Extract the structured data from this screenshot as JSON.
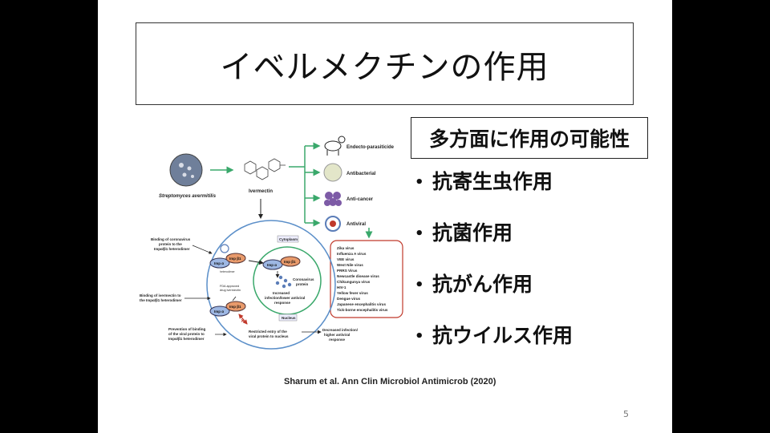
{
  "title": "イベルメクチンの作用",
  "subtitle": "多方面に作用の可能性",
  "bullets": [
    {
      "bullet": "•",
      "text": "抗寄生虫作用"
    },
    {
      "bullet": "•",
      "text": "抗菌作用"
    },
    {
      "bullet": "•",
      "text": "抗がん作用"
    },
    {
      "bullet": "•",
      "text": "抗ウイルス作用"
    }
  ],
  "citation": "Sharum et al. Ann Clin Microbiol Antimicrob (2020)",
  "page_number": "5",
  "figure": {
    "source_organism": "Streptomyces avermitilis",
    "drug": "Ivermectin",
    "activities": [
      "Endecto-parasiticide",
      "Antibacterial",
      "Anti-cancer",
      "Antiviral"
    ],
    "viruses": [
      "Zika virus",
      "Influenza A virus",
      "VEE virus",
      "West Nile virus",
      "PRRS Virus",
      "Newcastle disease virus",
      "Chikungunya virus",
      "HIV-1",
      "Yellow fever virus",
      "Dengue virus",
      "Japanese encephalitis virus",
      "Tick-borne encephalitis virus"
    ],
    "cytoplasm_label": "Cytoplasm",
    "nucleus_label": "Nucleus",
    "imp_alpha": "Imp α",
    "imp_beta": "Imp β1",
    "heterodimer_label": "heterodimer",
    "fda_label_1": "FDA approved",
    "fda_label_2": "drug ivermectin",
    "left_labels": [
      [
        "Binding of coronavirus",
        "protein to the",
        "Impα/β1 heterodimer"
      ],
      [
        "Binding of ivermectin to",
        "the Impα/β1 heterodimer"
      ],
      [
        "Prevention of binding",
        "of the viral protein to",
        "Impα/β1 heterodimer"
      ]
    ],
    "corona_label": [
      "Coronavirus",
      "protein"
    ],
    "increased_label": [
      "Increased",
      "infection/lower antiviral",
      "response"
    ],
    "restricted_label": [
      "Restricted entry of the",
      "viral protein to nucleus"
    ],
    "decreased_label": [
      "Decreased infection/",
      "higher antiviral",
      "response"
    ]
  }
}
